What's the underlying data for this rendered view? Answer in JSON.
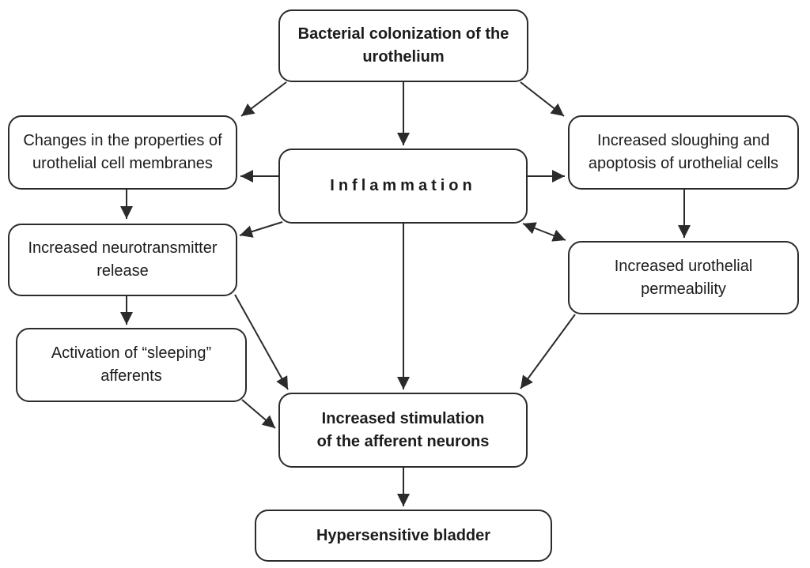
{
  "diagram": {
    "background_color": "#ffffff",
    "line_color": "#2b2b2b",
    "text_color": "#1c1c1c",
    "nodes": {
      "bacterial": {
        "label": "Bacterial colonization of the\nurothelium",
        "emphasis": "bold"
      },
      "changes": {
        "label": "Changes in the properties of\nurothelial cell membranes",
        "emphasis": "regular"
      },
      "inflammation": {
        "label": "Inflammation",
        "emphasis": "bold"
      },
      "sloughing": {
        "label": "Increased sloughing and\napoptosis of urothelial cells",
        "emphasis": "regular"
      },
      "neurotransmitter": {
        "label": "Increased neurotransmitter\nrelease",
        "emphasis": "regular"
      },
      "permeability": {
        "label": "Increased urothelial\npermeability",
        "emphasis": "regular"
      },
      "sleeping": {
        "label": "Activation of “sleeping”\nafferents",
        "emphasis": "regular"
      },
      "stimulation": {
        "label": "Increased stimulation\nof the afferent neurons",
        "emphasis": "bold"
      },
      "bladder": {
        "label": "Hypersensitive bladder",
        "emphasis": "bold"
      }
    },
    "edges": [
      {
        "from": "bacterial",
        "to": "changes",
        "bidirectional": false
      },
      {
        "from": "bacterial",
        "to": "inflammation",
        "bidirectional": false
      },
      {
        "from": "bacterial",
        "to": "sloughing",
        "bidirectional": false
      },
      {
        "from": "inflammation",
        "to": "changes",
        "bidirectional": false
      },
      {
        "from": "inflammation",
        "to": "sloughing",
        "bidirectional": false
      },
      {
        "from": "changes",
        "to": "neurotransmitter",
        "bidirectional": false
      },
      {
        "from": "inflammation",
        "to": "neurotransmitter",
        "bidirectional": false
      },
      {
        "from": "sloughing",
        "to": "permeability",
        "bidirectional": false
      },
      {
        "from": "inflammation",
        "to": "permeability",
        "bidirectional": true
      },
      {
        "from": "neurotransmitter",
        "to": "sleeping",
        "bidirectional": false
      },
      {
        "from": "neurotransmitter",
        "to": "stimulation",
        "bidirectional": false
      },
      {
        "from": "sleeping",
        "to": "stimulation",
        "bidirectional": false
      },
      {
        "from": "inflammation",
        "to": "stimulation",
        "bidirectional": false
      },
      {
        "from": "permeability",
        "to": "stimulation",
        "bidirectional": false
      },
      {
        "from": "stimulation",
        "to": "bladder",
        "bidirectional": false
      }
    ]
  }
}
